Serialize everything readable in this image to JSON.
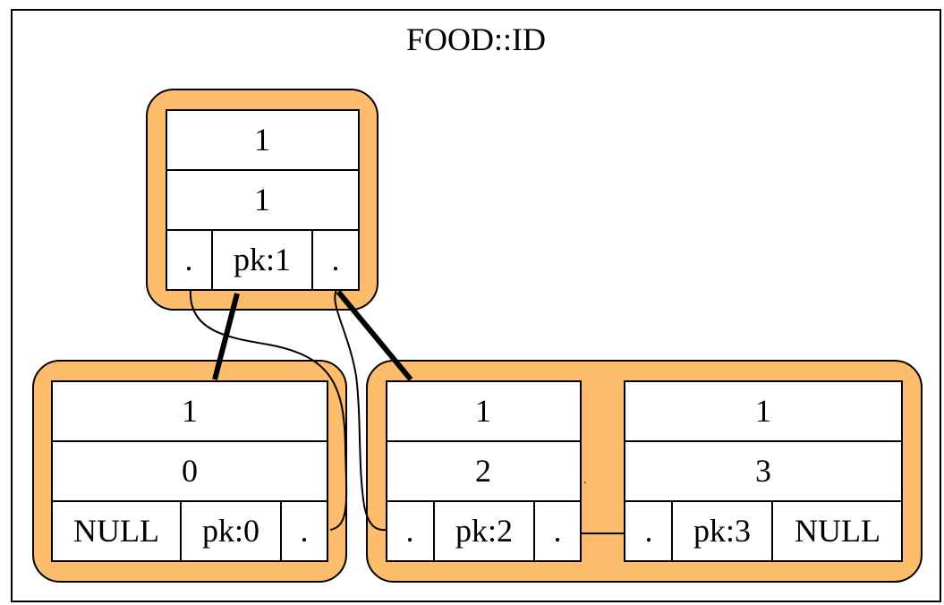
{
  "title": "FOOD::ID",
  "colors": {
    "node_fill": "#fcbc6c",
    "cell_fill": "#ffffff",
    "stroke": "#000000"
  },
  "nodes": [
    {
      "id": "root",
      "row1": "1",
      "row2": "1",
      "left": ".",
      "pk": "pk:1",
      "right": "."
    },
    {
      "id": "leaf0",
      "row1": "1",
      "row2": "0",
      "left": "NULL",
      "pk": "pk:0",
      "right": "."
    },
    {
      "id": "leaf2",
      "row1": "1",
      "row2": "2",
      "left": ".",
      "pk": "pk:2",
      "right": "."
    },
    {
      "id": "leaf3",
      "row1": "1",
      "row2": "3",
      "left": ".",
      "pk": "pk:3",
      "right": "NULL"
    }
  ],
  "separator_dot": "."
}
